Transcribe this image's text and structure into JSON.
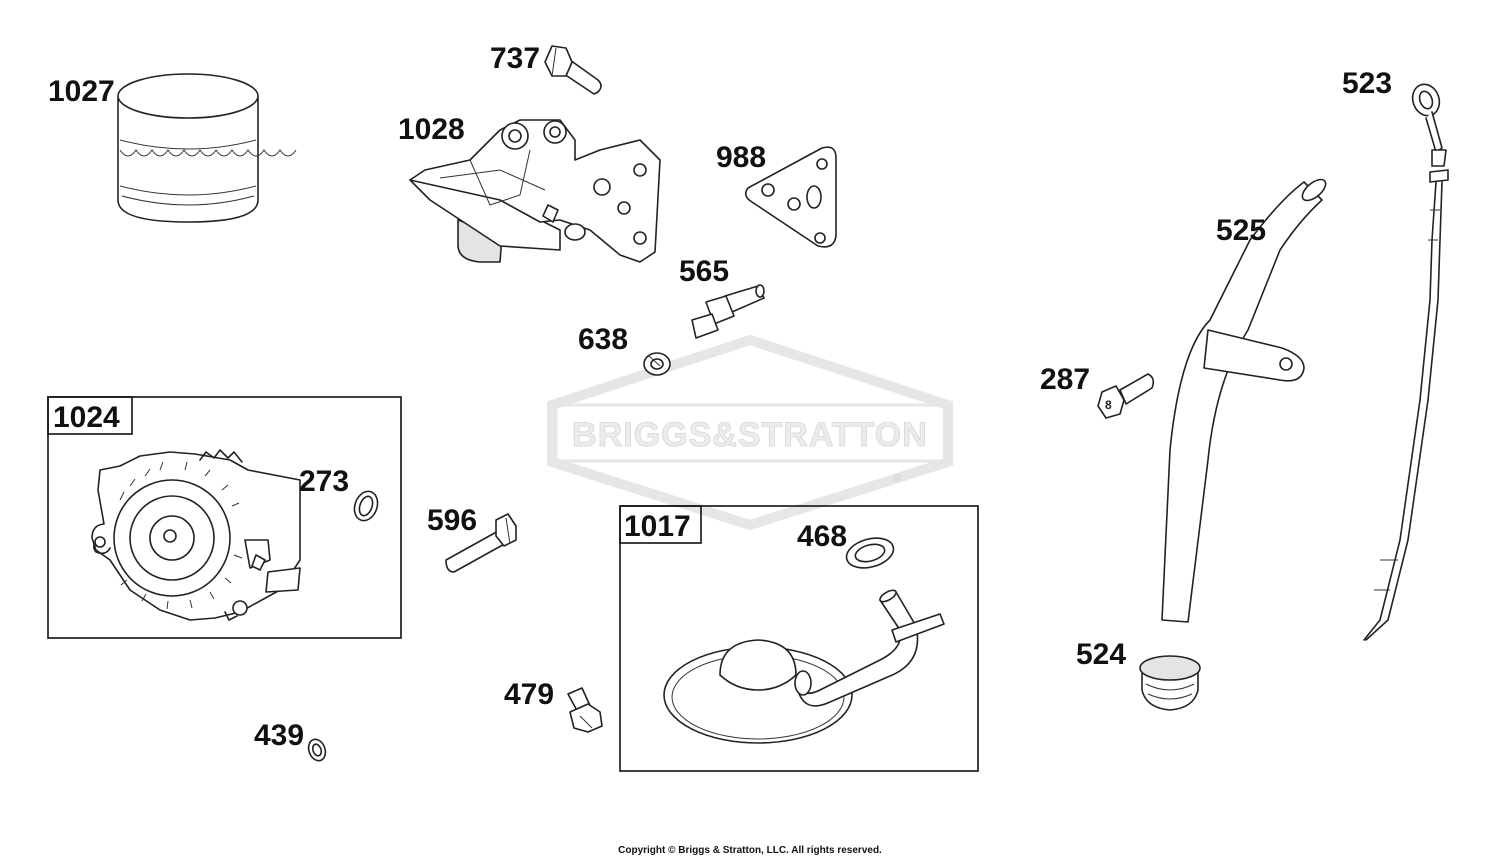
{
  "watermark": {
    "text": "BRIGGS&STRATTON",
    "registered": "®"
  },
  "parts": [
    {
      "id": "p1027",
      "label": "1027"
    },
    {
      "id": "p1028",
      "label": "1028"
    },
    {
      "id": "p737",
      "label": "737"
    },
    {
      "id": "p988",
      "label": "988"
    },
    {
      "id": "p565",
      "label": "565"
    },
    {
      "id": "p638",
      "label": "638"
    },
    {
      "id": "p523",
      "label": "523"
    },
    {
      "id": "p525",
      "label": "525"
    },
    {
      "id": "p287",
      "label": "287"
    },
    {
      "id": "p524",
      "label": "524"
    },
    {
      "id": "p273",
      "label": "273"
    },
    {
      "id": "p596",
      "label": "596"
    },
    {
      "id": "p468",
      "label": "468"
    },
    {
      "id": "p479",
      "label": "479"
    },
    {
      "id": "p439",
      "label": "439"
    }
  ],
  "kits": [
    {
      "id": "k1024",
      "label": "1024"
    },
    {
      "id": "k1017",
      "label": "1017"
    }
  ],
  "copyright": "Copyright © Briggs & Stratton, LLC. All rights reserved."
}
